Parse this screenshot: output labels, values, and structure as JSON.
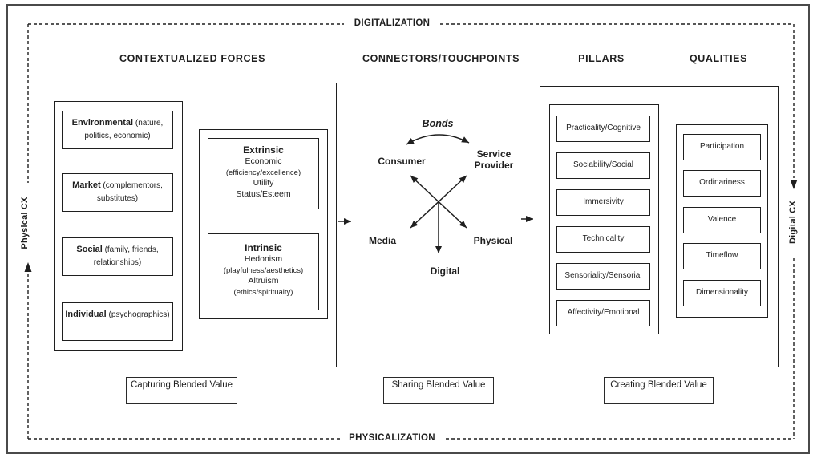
{
  "frame": {
    "digitalization": "DIGITALIZATION",
    "physicalization": "PHYSICALIZATION",
    "physical_cx": "Physical CX",
    "digital_cx": "Digital CX"
  },
  "headers": {
    "forces": "CONTEXTUALIZED FORCES",
    "connectors": "CONNECTORS/TOUCHPOINTS",
    "pillars": "PILLARS",
    "qualities": "QUALITIES"
  },
  "forces": {
    "items": [
      {
        "title": "Environmental",
        "detail": "(nature, politics, economic)"
      },
      {
        "title": "Market",
        "detail": "(complementors, substitutes)"
      },
      {
        "title": "Social",
        "detail": "(family, friends, relationships)"
      },
      {
        "title": "Individual",
        "detail": "(psychographics)"
      }
    ],
    "extrinsic": {
      "title": "Extrinsic",
      "line1": "Economic",
      "line2": "(efficiency/excellence)",
      "line3": "Utility",
      "line4": "Status/Esteem"
    },
    "intrinsic": {
      "title": "Intrinsic",
      "line1": "Hedonism",
      "line2": "(playfulness/aesthetics)",
      "line3": "Altruism",
      "line4": "(ethics/spiritualty)"
    }
  },
  "connectors": {
    "bonds": "Bonds",
    "consumer": "Consumer",
    "service_provider_line1": "Service",
    "service_provider_line2": "Provider",
    "media": "Media",
    "physical": "Physical",
    "digital": "Digital"
  },
  "pillars": {
    "items": [
      "Practicality/Cognitive",
      "Sociability/Social",
      "Immersivity",
      "Technicality",
      "Sensoriality/Sensorial",
      "Affectivity/Emotional"
    ]
  },
  "qualities": {
    "items": [
      "Participation",
      "Ordinariness",
      "Valence",
      "Timeflow",
      "Dimensionality"
    ]
  },
  "values": {
    "capturing": "Capturing Blended Value",
    "sharing": "Sharing Blended Value",
    "creating": "Creating Blended Value"
  },
  "colors": {
    "ink": "#1f1f1f",
    "frame": "#4a4a4a",
    "background": "#ffffff"
  }
}
